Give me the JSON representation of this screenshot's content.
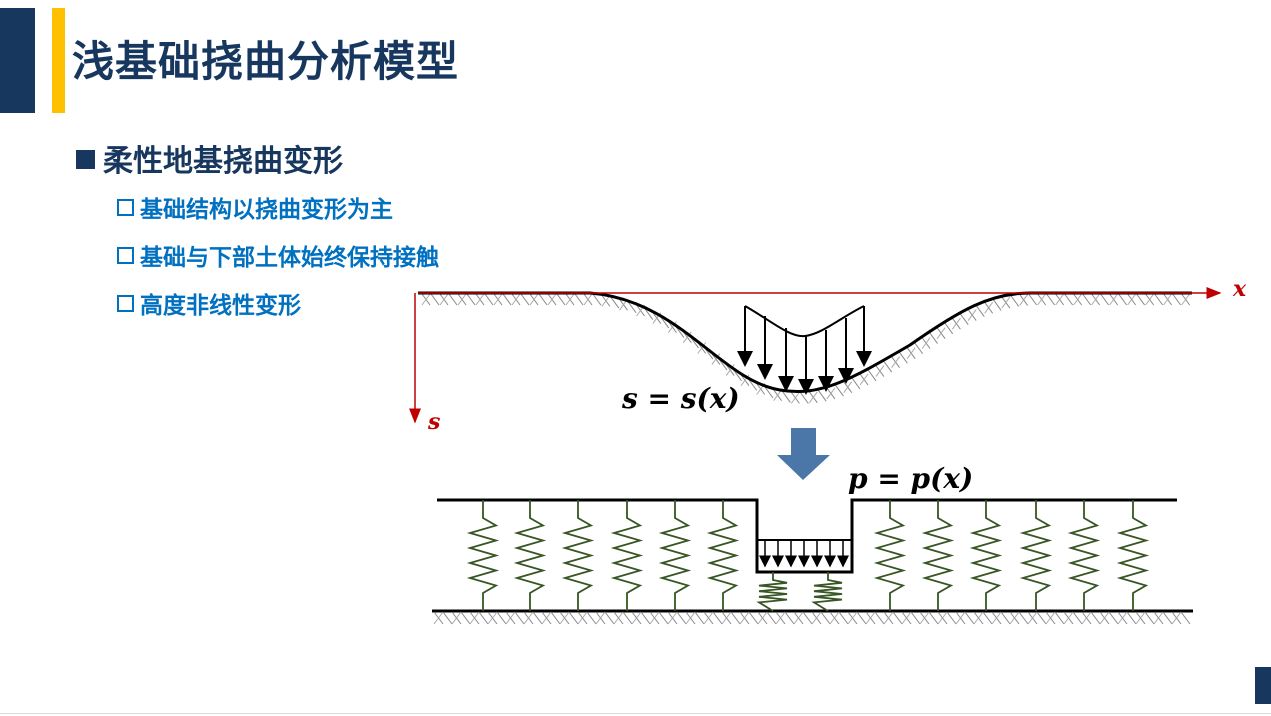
{
  "slide": {
    "title": "浅基础挠曲分析模型",
    "heading": "柔性地基挠曲变形",
    "points": [
      "基础结构以挠曲变形为主",
      "基础与下部土体始终保持接触",
      "高度非线性变形"
    ]
  },
  "diagram": {
    "x_axis_label": "x",
    "s_axis_label": "s",
    "equation_s": "s = s(x)",
    "equation_p": "p = p(x)",
    "colors": {
      "axis": "#c00000",
      "spring": "#375623",
      "arrow": "#4a76a8",
      "navy": "#17375e",
      "gold": "#ffc000"
    },
    "icons": [
      "down-arrow-icon"
    ]
  }
}
